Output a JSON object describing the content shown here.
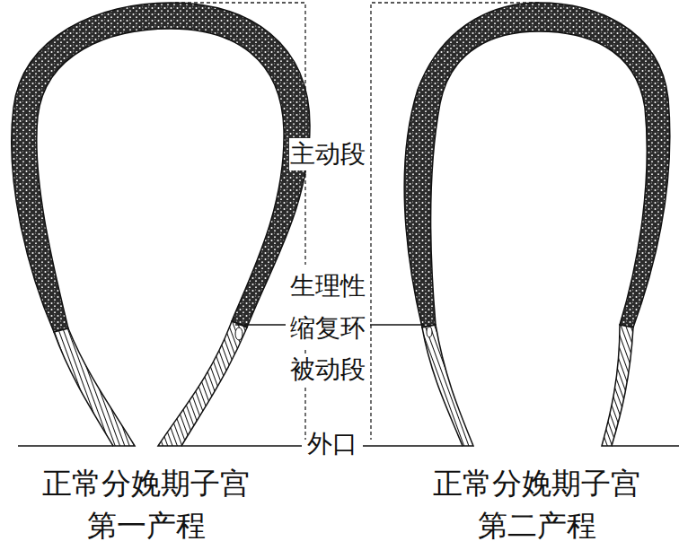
{
  "diagram": {
    "labels": [
      "主动段",
      "生理性 缩复环",
      "被动段",
      "外口",
      "正常分娩期子宫 第一产程",
      "正常分娩期子宫 第二产程"
    ]
  }
}
